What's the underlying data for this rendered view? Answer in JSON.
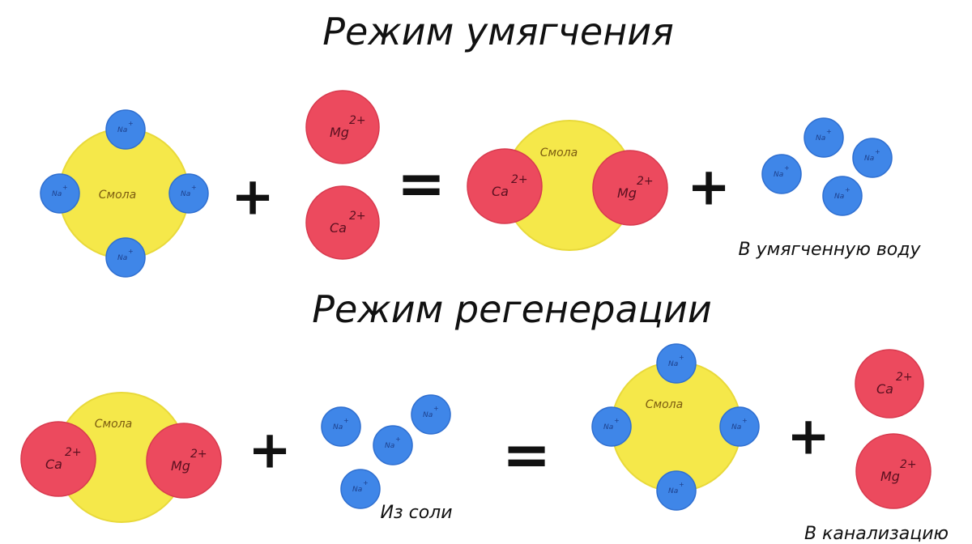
{
  "titles": {
    "softening": "Режим умягчения",
    "regeneration": "Режим регенерации"
  },
  "labels": {
    "resin": "Смола",
    "na": "Na",
    "na_charge": "+",
    "ca": "Ca",
    "mg": "Mg",
    "divalent_charge": "2+"
  },
  "signs": {
    "plus": "+",
    "equals": "="
  },
  "captions": {
    "to_soft_water": "В умягченную воду",
    "from_salt": "Из соли",
    "to_sewer": "В канализацию"
  },
  "colors": {
    "resin": "#f5e84a",
    "resin_stroke": "#e8d93a",
    "sodium": "#3f86e8",
    "sodium_stroke": "#2f6fd0",
    "divalent": "#ec4a5e",
    "divalent_stroke": "#d83a4e",
    "text": "#111111"
  }
}
